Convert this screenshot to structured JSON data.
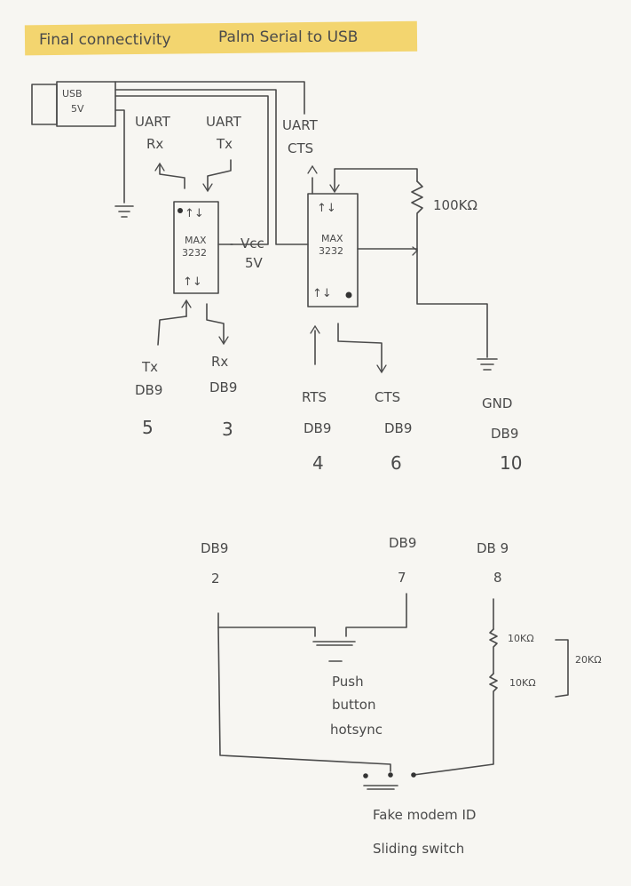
{
  "title": {
    "left": "Final connectivity",
    "right": "Palm Serial to USB",
    "highlight_color": "#f3d56f"
  },
  "usb": {
    "line1": "USB",
    "line2": "5V"
  },
  "labels": {
    "uart_rx_1": "UART",
    "uart_rx_2": "Rx",
    "uart_tx_1": "UART",
    "uart_tx_2": "Tx",
    "uart_cts_1": "UART",
    "uart_cts_2": "CTS",
    "vcc_1": "Vcc",
    "vcc_2": "5V",
    "resistor_top": "100KΩ"
  },
  "chips": [
    {
      "line1": "MAX",
      "line2": "3232"
    },
    {
      "line1": "MAX",
      "line2": "3232"
    }
  ],
  "db9_top": [
    {
      "signal": "Tx",
      "conn": "DB9",
      "pin": "5"
    },
    {
      "signal": "Rx",
      "conn": "DB9",
      "pin": "3"
    },
    {
      "signal": "RTS",
      "conn": "DB9",
      "pin": "4"
    },
    {
      "signal": "CTS",
      "conn": "DB9",
      "pin": "6"
    },
    {
      "signal": "GND",
      "conn": "DB9",
      "pin": "10"
    }
  ],
  "db9_bottom": [
    {
      "conn": "DB9",
      "pin": "2"
    },
    {
      "conn": "DB9",
      "pin": "7"
    },
    {
      "conn": "DB 9",
      "pin": "8"
    }
  ],
  "push_button": {
    "line1": "Push",
    "line2": "button",
    "line3": "hotsync"
  },
  "resistors_bottom": {
    "r1": "10KΩ",
    "r2": "10KΩ",
    "total": "20KΩ"
  },
  "switch": {
    "line1": "Fake modem ID",
    "line2": "Sliding switch"
  }
}
